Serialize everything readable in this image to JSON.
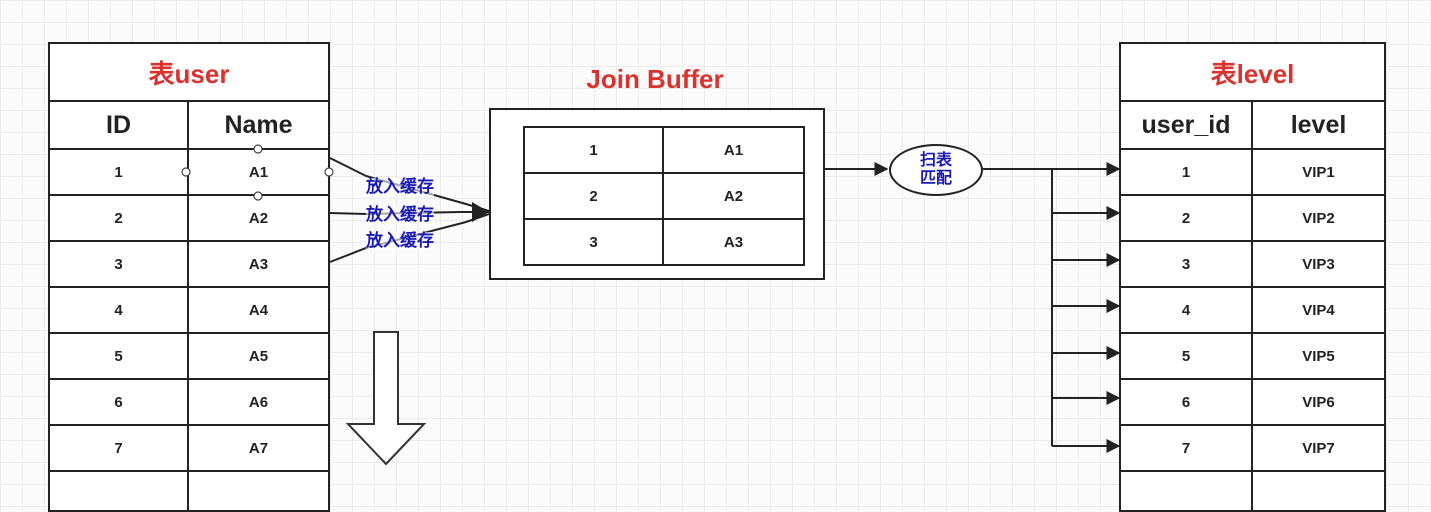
{
  "user_table": {
    "title": "表user",
    "headers": [
      "ID",
      "Name"
    ],
    "rows": [
      [
        "1",
        "A1"
      ],
      [
        "2",
        "A2"
      ],
      [
        "3",
        "A3"
      ],
      [
        "4",
        "A4"
      ],
      [
        "5",
        "A5"
      ],
      [
        "6",
        "A6"
      ],
      [
        "7",
        "A7"
      ]
    ]
  },
  "join_buffer": {
    "title": "Join Buffer",
    "rows": [
      [
        "1",
        "A1"
      ],
      [
        "2",
        "A2"
      ],
      [
        "3",
        "A3"
      ]
    ]
  },
  "cache_labels": [
    "放入缓存",
    "放入缓存",
    "放入缓存"
  ],
  "scan_match": {
    "line1": "扫表",
    "line2": "匹配"
  },
  "level_table": {
    "title": "表level",
    "headers": [
      "user_id",
      "level"
    ],
    "rows": [
      [
        "1",
        "VIP1"
      ],
      [
        "2",
        "VIP2"
      ],
      [
        "3",
        "VIP3"
      ],
      [
        "4",
        "VIP4"
      ],
      [
        "5",
        "VIP5"
      ],
      [
        "6",
        "VIP6"
      ],
      [
        "7",
        "VIP7"
      ]
    ]
  },
  "colors": {
    "title_red": "#d9332f",
    "label_blue": "#1a1ab3",
    "line": "#222222"
  },
  "icons": [
    "down-arrow-icon",
    "arrow-right-icon"
  ]
}
